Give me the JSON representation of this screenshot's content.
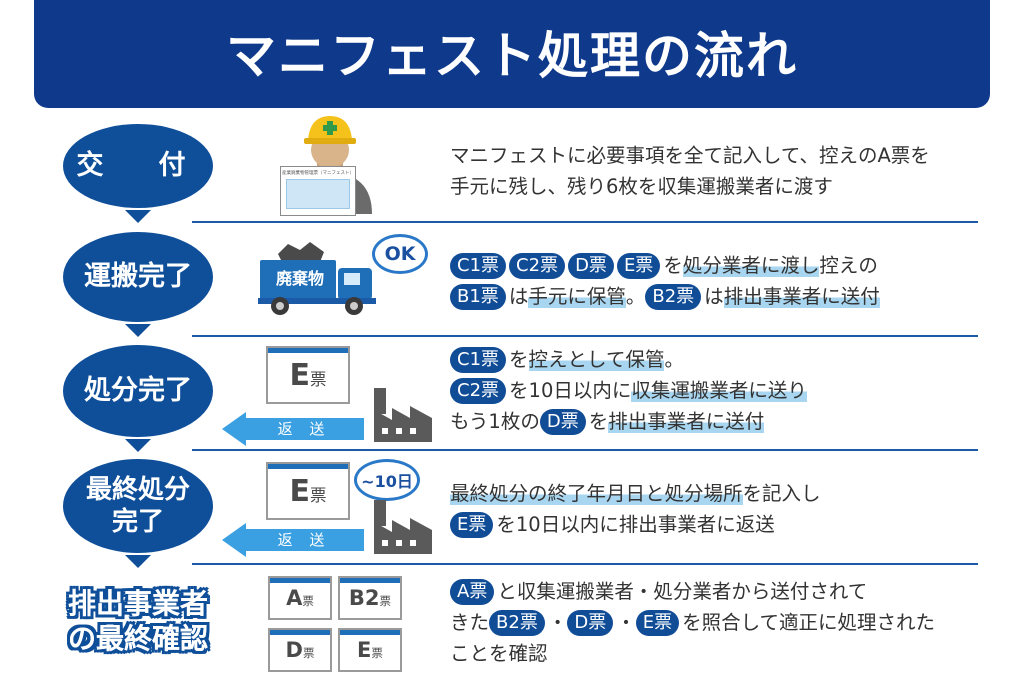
{
  "title": "マニフェスト処理の流れ",
  "steps": [
    {
      "label": "交　付",
      "lines": [
        [
          {
            "t": "text",
            "v": "マニフェストに必要事項を全て記入して、控えのA票を"
          }
        ],
        [
          {
            "t": "text",
            "v": "手元に残し、残り6枚を収集運搬業者に渡す"
          }
        ]
      ]
    },
    {
      "label": "運搬完了",
      "lines": [
        [
          {
            "t": "pill",
            "v": "C1票"
          },
          {
            "t": "pill",
            "v": "C2票"
          },
          {
            "t": "pill",
            "v": "D票"
          },
          {
            "t": "pill",
            "v": "E票"
          },
          {
            "t": "text",
            "v": "を"
          },
          {
            "t": "hl",
            "v": "処分業者に渡し"
          },
          {
            "t": "text",
            "v": "控えの"
          }
        ],
        [
          {
            "t": "pill",
            "v": "B1票"
          },
          {
            "t": "text",
            "v": "は"
          },
          {
            "t": "hl",
            "v": "手元に保管"
          },
          {
            "t": "text",
            "v": "。"
          },
          {
            "t": "pill",
            "v": "B2票"
          },
          {
            "t": "text",
            "v": "は"
          },
          {
            "t": "hl",
            "v": "排出事業者に送付"
          }
        ]
      ]
    },
    {
      "label": "処分完了",
      "lines": [
        [
          {
            "t": "pill",
            "v": "C1票"
          },
          {
            "t": "text",
            "v": "を"
          },
          {
            "t": "hl",
            "v": "控えとして保管"
          },
          {
            "t": "text",
            "v": "。"
          }
        ],
        [
          {
            "t": "pill",
            "v": "C2票"
          },
          {
            "t": "text",
            "v": "を10日以内に"
          },
          {
            "t": "hl",
            "v": "収集運搬業者に送り"
          }
        ],
        [
          {
            "t": "text",
            "v": "もう1枚の"
          },
          {
            "t": "pill",
            "v": "D票"
          },
          {
            "t": "text",
            "v": "を"
          },
          {
            "t": "hl",
            "v": "排出事業者に送付"
          }
        ]
      ]
    },
    {
      "label": "最終処分\n完了",
      "lines": [
        [
          {
            "t": "hl",
            "v": "最終処分の終了年月日と処分場所"
          },
          {
            "t": "text",
            "v": "を記入し"
          }
        ],
        [
          {
            "t": "pill",
            "v": "E票"
          },
          {
            "t": "text",
            "v": "を10日以内に排出事業者に返送"
          }
        ]
      ]
    },
    {
      "label": "排出事業者\nの最終確認",
      "lines": [
        [
          {
            "t": "pill",
            "v": "A票"
          },
          {
            "t": "text",
            "v": "と収集運搬業者・処分業者から送付されて"
          }
        ],
        [
          {
            "t": "text",
            "v": "きた"
          },
          {
            "t": "pill",
            "v": "B2票"
          },
          {
            "t": "text",
            "v": "・"
          },
          {
            "t": "pill",
            "v": "D票"
          },
          {
            "t": "text",
            "v": "・"
          },
          {
            "t": "pill",
            "v": "E票"
          },
          {
            "t": "text",
            "v": "を照合して適正に処理された"
          }
        ],
        [
          {
            "t": "text",
            "v": "ことを確認"
          }
        ]
      ]
    }
  ],
  "illustrations": {
    "form_title": "産業廃棄物管理票（マニフェスト）",
    "truck_label": "廃棄物",
    "ok_badge": "OK",
    "return_label": "返 送",
    "days_badge": "~10日",
    "slip_suffix": "票",
    "e_slip": "E",
    "final_slips": [
      "A",
      "B2",
      "D",
      "E"
    ]
  },
  "colors": {
    "banner": "#0f3a8c",
    "step_oval": "#0f4f9a",
    "pill": "#114c97",
    "highlight": "#a8d6f0",
    "return_arrow": "#3aa0e2"
  }
}
